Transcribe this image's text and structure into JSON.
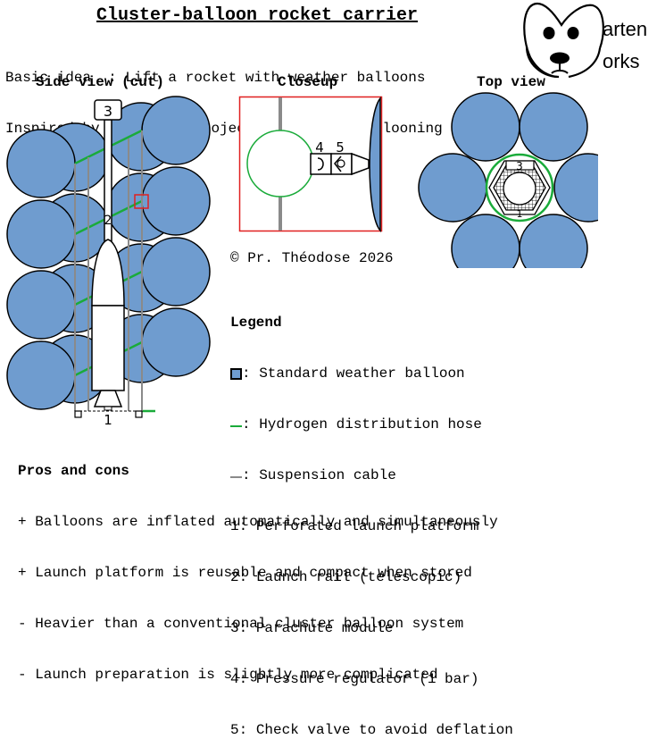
{
  "title": "Cluster-balloon rocket carrier",
  "intro": [
    {
      "key": "Basic idea  ",
      "value": "Lift a rocket with weather balloons"
    },
    {
      "key": "Inspired by ",
      "value": "Rockoon projects + cluster ballooning"
    }
  ],
  "logo": {
    "icon": "dog-face-icon",
    "line1": "arten",
    "line2": "orks"
  },
  "sections": {
    "side_view": "Side view (cut)",
    "closeup": "Closeup",
    "top_view": "Top view"
  },
  "diagram_labels": {
    "parachute": "3",
    "rail": "2",
    "platform": "1",
    "regulator": "4",
    "check_valve": "5"
  },
  "colors": {
    "balloon": "#6f9ccf",
    "hose": "#1aab3a",
    "cable": "#8a8a8a",
    "closeup_frame": "#e02020"
  },
  "copyright": "© Pr. Théodose 2026",
  "legend": {
    "title": "Legend",
    "items": [
      {
        "symbol": "balloon-swatch",
        "text": ": Standard weather balloon"
      },
      {
        "symbol": "hose-line",
        "text": ": Hydrogen distribution hose"
      },
      {
        "symbol": "cable-line",
        "text": ": Suspension cable"
      },
      {
        "symbol": "1",
        "text": ": Perforated launch platform"
      },
      {
        "symbol": "2",
        "text": ": Launch rail (telescopic)"
      },
      {
        "symbol": "3",
        "text": ": Parachute module"
      },
      {
        "symbol": "4",
        "text": ": Pressure regulator (1 bar)"
      },
      {
        "symbol": "5",
        "text": ": Check valve to avoid deflation"
      }
    ]
  },
  "pros_cons": {
    "title": "Pros and cons",
    "items": [
      "+ Balloons are inflated automatically and simultaneously",
      "+ Launch platform is reusable and compact when stored",
      "- Heavier than a conventional cluster balloon system",
      "- Launch preparation is slightly more complicated"
    ]
  }
}
